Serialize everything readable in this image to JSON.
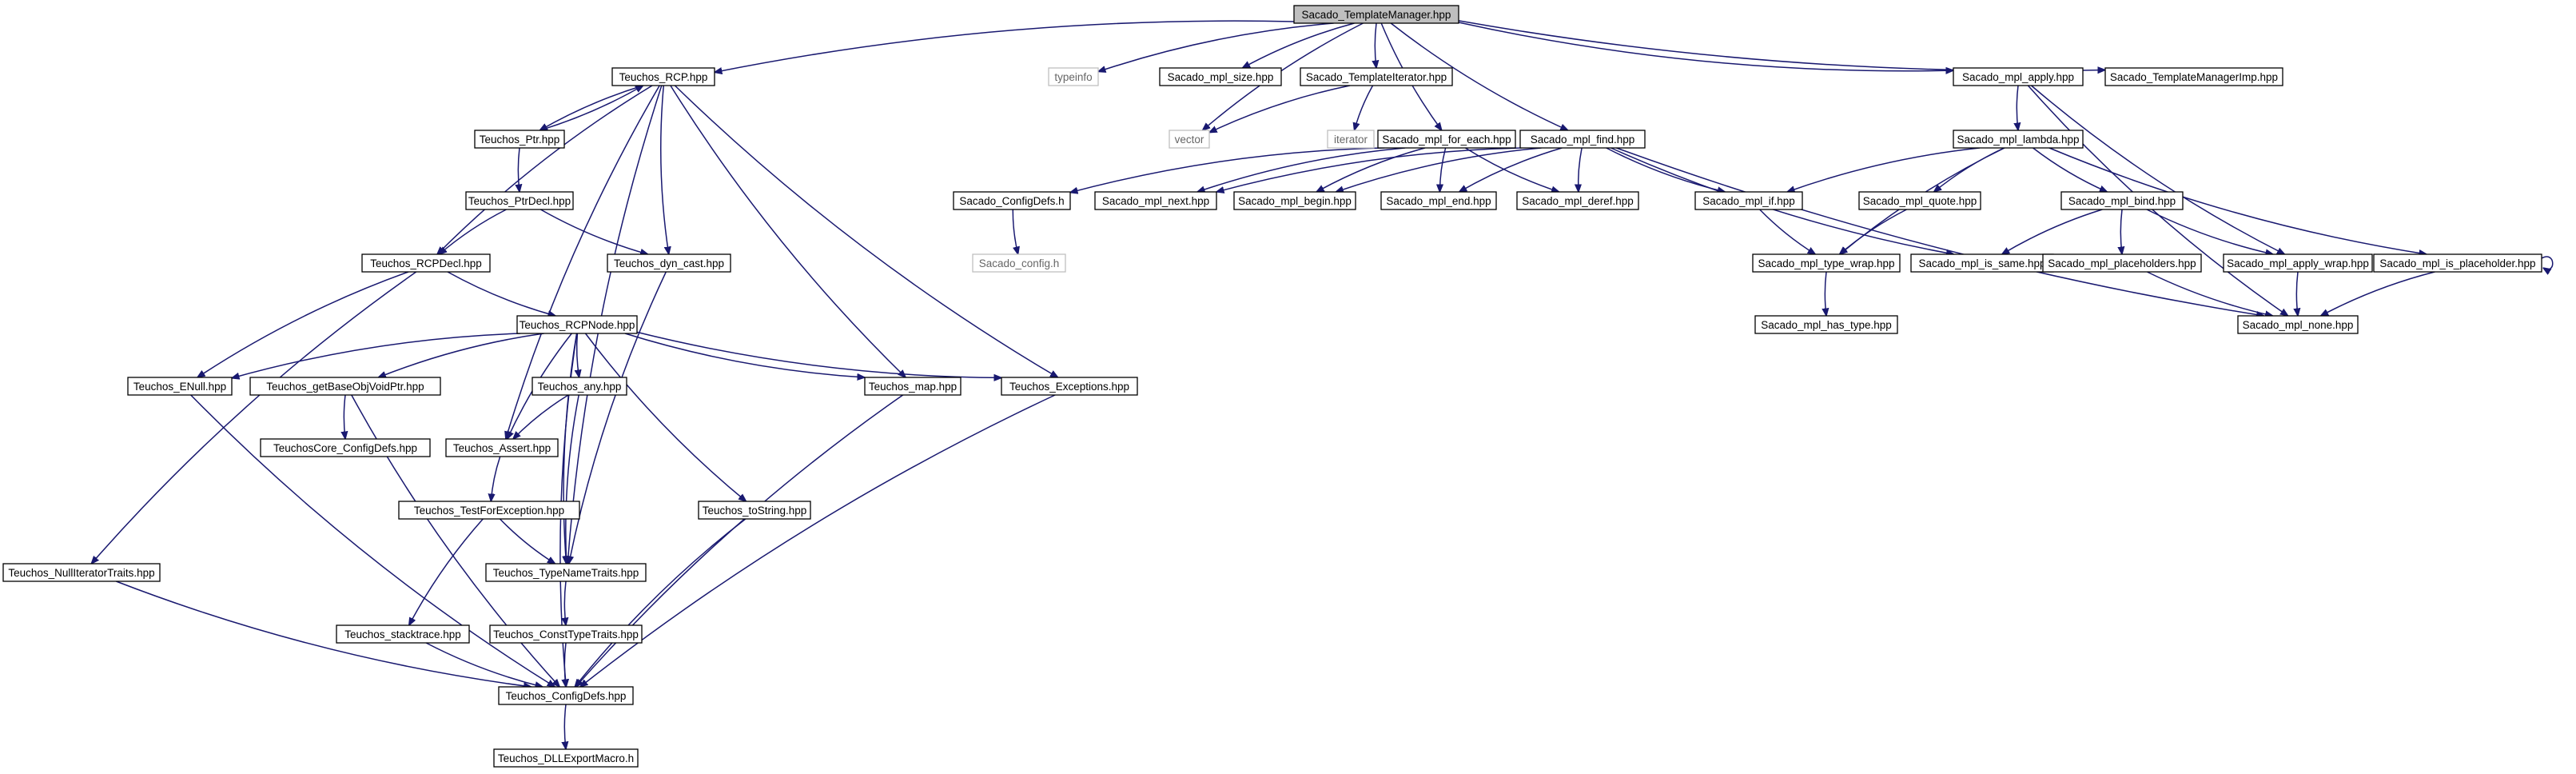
{
  "diagram": {
    "colors": {
      "edge": "#191970",
      "root_fill": "#bfbfbf",
      "node_fill": "#ffffff",
      "missing_stroke": "#bfbfbf",
      "text": "#000000"
    },
    "nodes": [
      {
        "id": "n_root",
        "label": "Sacado_TemplateManager.hpp",
        "kind": "root"
      },
      {
        "id": "n_rcp",
        "label": "Teuchos_RCP.hpp",
        "kind": "normal"
      },
      {
        "id": "n_typeinfo",
        "label": "typeinfo",
        "kind": "missing"
      },
      {
        "id": "n_size",
        "label": "Sacado_mpl_size.hpp",
        "kind": "normal"
      },
      {
        "id": "n_titer",
        "label": "Sacado_TemplateIterator.hpp",
        "kind": "normal"
      },
      {
        "id": "n_apply",
        "label": "Sacado_mpl_apply.hpp",
        "kind": "normal"
      },
      {
        "id": "n_tmimp",
        "label": "Sacado_TemplateManagerImp.hpp",
        "kind": "normal"
      },
      {
        "id": "n_ptr",
        "label": "Teuchos_Ptr.hpp",
        "kind": "normal"
      },
      {
        "id": "n_vector",
        "label": "vector",
        "kind": "missing"
      },
      {
        "id": "n_iterator",
        "label": "iterator",
        "kind": "missing"
      },
      {
        "id": "n_foreach",
        "label": "Sacado_mpl_for_each.hpp",
        "kind": "normal"
      },
      {
        "id": "n_find",
        "label": "Sacado_mpl_find.hpp",
        "kind": "normal"
      },
      {
        "id": "n_lambda",
        "label": "Sacado_mpl_lambda.hpp",
        "kind": "normal"
      },
      {
        "id": "n_ptrdecl",
        "label": "Teuchos_PtrDecl.hpp",
        "kind": "normal"
      },
      {
        "id": "n_configdefs_h",
        "label": "Sacado_ConfigDefs.h",
        "kind": "normal"
      },
      {
        "id": "n_next",
        "label": "Sacado_mpl_next.hpp",
        "kind": "normal"
      },
      {
        "id": "n_begin",
        "label": "Sacado_mpl_begin.hpp",
        "kind": "normal"
      },
      {
        "id": "n_end",
        "label": "Sacado_mpl_end.hpp",
        "kind": "normal"
      },
      {
        "id": "n_deref",
        "label": "Sacado_mpl_deref.hpp",
        "kind": "normal"
      },
      {
        "id": "n_if",
        "label": "Sacado_mpl_if.hpp",
        "kind": "normal"
      },
      {
        "id": "n_quote",
        "label": "Sacado_mpl_quote.hpp",
        "kind": "normal"
      },
      {
        "id": "n_bind",
        "label": "Sacado_mpl_bind.hpp",
        "kind": "normal"
      },
      {
        "id": "n_rcpdecl",
        "label": "Teuchos_RCPDecl.hpp",
        "kind": "normal"
      },
      {
        "id": "n_dyncast",
        "label": "Teuchos_dyn_cast.hpp",
        "kind": "normal"
      },
      {
        "id": "n_config_h",
        "label": "Sacado_config.h",
        "kind": "missing"
      },
      {
        "id": "n_typewrap",
        "label": "Sacado_mpl_type_wrap.hpp",
        "kind": "normal"
      },
      {
        "id": "n_issame",
        "label": "Sacado_mpl_is_same.hpp",
        "kind": "normal"
      },
      {
        "id": "n_placeholders",
        "label": "Sacado_mpl_placeholders.hpp",
        "kind": "normal"
      },
      {
        "id": "n_applywrap",
        "label": "Sacado_mpl_apply_wrap.hpp",
        "kind": "normal"
      },
      {
        "id": "n_isplaceholder",
        "label": "Sacado_mpl_is_placeholder.hpp",
        "kind": "normal"
      },
      {
        "id": "n_rcpnode",
        "label": "Teuchos_RCPNode.hpp",
        "kind": "normal"
      },
      {
        "id": "n_hastype",
        "label": "Sacado_mpl_has_type.hpp",
        "kind": "normal"
      },
      {
        "id": "n_none",
        "label": "Sacado_mpl_none.hpp",
        "kind": "normal"
      },
      {
        "id": "n_enull",
        "label": "Teuchos_ENull.hpp",
        "kind": "normal"
      },
      {
        "id": "n_getbase",
        "label": "Teuchos_getBaseObjVoidPtr.hpp",
        "kind": "normal"
      },
      {
        "id": "n_any",
        "label": "Teuchos_any.hpp",
        "kind": "normal"
      },
      {
        "id": "n_map",
        "label": "Teuchos_map.hpp",
        "kind": "normal"
      },
      {
        "id": "n_exceptions",
        "label": "Teuchos_Exceptions.hpp",
        "kind": "normal"
      },
      {
        "id": "n_coreconfig",
        "label": "TeuchosCore_ConfigDefs.hpp",
        "kind": "normal"
      },
      {
        "id": "n_assert",
        "label": "Teuchos_Assert.hpp",
        "kind": "normal"
      },
      {
        "id": "n_testforexc",
        "label": "Teuchos_TestForException.hpp",
        "kind": "normal"
      },
      {
        "id": "n_tostring",
        "label": "Teuchos_toString.hpp",
        "kind": "normal"
      },
      {
        "id": "n_nulliter",
        "label": "Teuchos_NullIteratorTraits.hpp",
        "kind": "normal"
      },
      {
        "id": "n_typename",
        "label": "Teuchos_TypeNameTraits.hpp",
        "kind": "normal"
      },
      {
        "id": "n_stacktrace",
        "label": "Teuchos_stacktrace.hpp",
        "kind": "normal"
      },
      {
        "id": "n_consttype",
        "label": "Teuchos_ConstTypeTraits.hpp",
        "kind": "normal"
      },
      {
        "id": "n_configdefs",
        "label": "Teuchos_ConfigDefs.hpp",
        "kind": "normal"
      },
      {
        "id": "n_dllexport",
        "label": "Teuchos_DLLExportMacro.h",
        "kind": "normal"
      }
    ],
    "edges": [
      [
        "n_root",
        "n_rcp"
      ],
      [
        "n_root",
        "n_typeinfo"
      ],
      [
        "n_root",
        "n_size"
      ],
      [
        "n_root",
        "n_titer"
      ],
      [
        "n_root",
        "n_vector"
      ],
      [
        "n_root",
        "n_foreach"
      ],
      [
        "n_root",
        "n_find"
      ],
      [
        "n_root",
        "n_apply"
      ],
      [
        "n_root",
        "n_tmimp"
      ],
      [
        "n_rcp",
        "n_ptr"
      ],
      [
        "n_ptr",
        "n_rcp"
      ],
      [
        "n_rcp",
        "n_rcpdecl"
      ],
      [
        "n_rcp",
        "n_dyncast"
      ],
      [
        "n_rcp",
        "n_assert"
      ],
      [
        "n_rcp",
        "n_typename"
      ],
      [
        "n_rcp",
        "n_map"
      ],
      [
        "n_rcp",
        "n_exceptions"
      ],
      [
        "n_ptr",
        "n_ptrdecl"
      ],
      [
        "n_ptrdecl",
        "n_rcpdecl"
      ],
      [
        "n_ptrdecl",
        "n_dyncast"
      ],
      [
        "n_rcpdecl",
        "n_rcpnode"
      ],
      [
        "n_rcpdecl",
        "n_enull"
      ],
      [
        "n_rcpdecl",
        "n_nulliter"
      ],
      [
        "n_dyncast",
        "n_typename"
      ],
      [
        "n_rcpnode",
        "n_enull"
      ],
      [
        "n_rcpnode",
        "n_getbase"
      ],
      [
        "n_rcpnode",
        "n_any"
      ],
      [
        "n_rcpnode",
        "n_assert"
      ],
      [
        "n_rcpnode",
        "n_map"
      ],
      [
        "n_rcpnode",
        "n_exceptions"
      ],
      [
        "n_rcpnode",
        "n_tostring"
      ],
      [
        "n_rcpnode",
        "n_typename"
      ],
      [
        "n_rcpnode",
        "n_configdefs"
      ],
      [
        "n_getbase",
        "n_coreconfig"
      ],
      [
        "n_getbase",
        "n_configdefs"
      ],
      [
        "n_any",
        "n_assert"
      ],
      [
        "n_any",
        "n_typename"
      ],
      [
        "n_assert",
        "n_testforexc"
      ],
      [
        "n_testforexc",
        "n_typename"
      ],
      [
        "n_testforexc",
        "n_stacktrace"
      ],
      [
        "n_typename",
        "n_consttype"
      ],
      [
        "n_consttype",
        "n_configdefs"
      ],
      [
        "n_stacktrace",
        "n_configdefs"
      ],
      [
        "n_tostring",
        "n_configdefs"
      ],
      [
        "n_enull",
        "n_configdefs"
      ],
      [
        "n_nulliter",
        "n_configdefs"
      ],
      [
        "n_map",
        "n_configdefs"
      ],
      [
        "n_exceptions",
        "n_configdefs"
      ],
      [
        "n_configdefs",
        "n_dllexport"
      ],
      [
        "n_titer",
        "n_vector"
      ],
      [
        "n_titer",
        "n_iterator"
      ],
      [
        "n_foreach",
        "n_configdefs_h"
      ],
      [
        "n_foreach",
        "n_next"
      ],
      [
        "n_foreach",
        "n_begin"
      ],
      [
        "n_foreach",
        "n_end"
      ],
      [
        "n_foreach",
        "n_deref"
      ],
      [
        "n_configdefs_h",
        "n_config_h"
      ],
      [
        "n_find",
        "n_next"
      ],
      [
        "n_find",
        "n_begin"
      ],
      [
        "n_find",
        "n_end"
      ],
      [
        "n_find",
        "n_deref"
      ],
      [
        "n_find",
        "n_if"
      ],
      [
        "n_find",
        "n_issame"
      ],
      [
        "n_find",
        "n_none"
      ],
      [
        "n_apply",
        "n_lambda"
      ],
      [
        "n_apply",
        "n_applywrap"
      ],
      [
        "n_apply",
        "n_none"
      ],
      [
        "n_lambda",
        "n_if"
      ],
      [
        "n_lambda",
        "n_quote"
      ],
      [
        "n_lambda",
        "n_bind"
      ],
      [
        "n_lambda",
        "n_typewrap"
      ],
      [
        "n_lambda",
        "n_isplaceholder"
      ],
      [
        "n_if",
        "n_typewrap"
      ],
      [
        "n_quote",
        "n_typewrap"
      ],
      [
        "n_bind",
        "n_issame"
      ],
      [
        "n_bind",
        "n_placeholders"
      ],
      [
        "n_bind",
        "n_applywrap"
      ],
      [
        "n_typewrap",
        "n_hastype"
      ],
      [
        "n_placeholders",
        "n_none"
      ],
      [
        "n_applywrap",
        "n_none"
      ],
      [
        "n_isplaceholder",
        "n_isplaceholder"
      ],
      [
        "n_isplaceholder",
        "n_none"
      ]
    ]
  }
}
